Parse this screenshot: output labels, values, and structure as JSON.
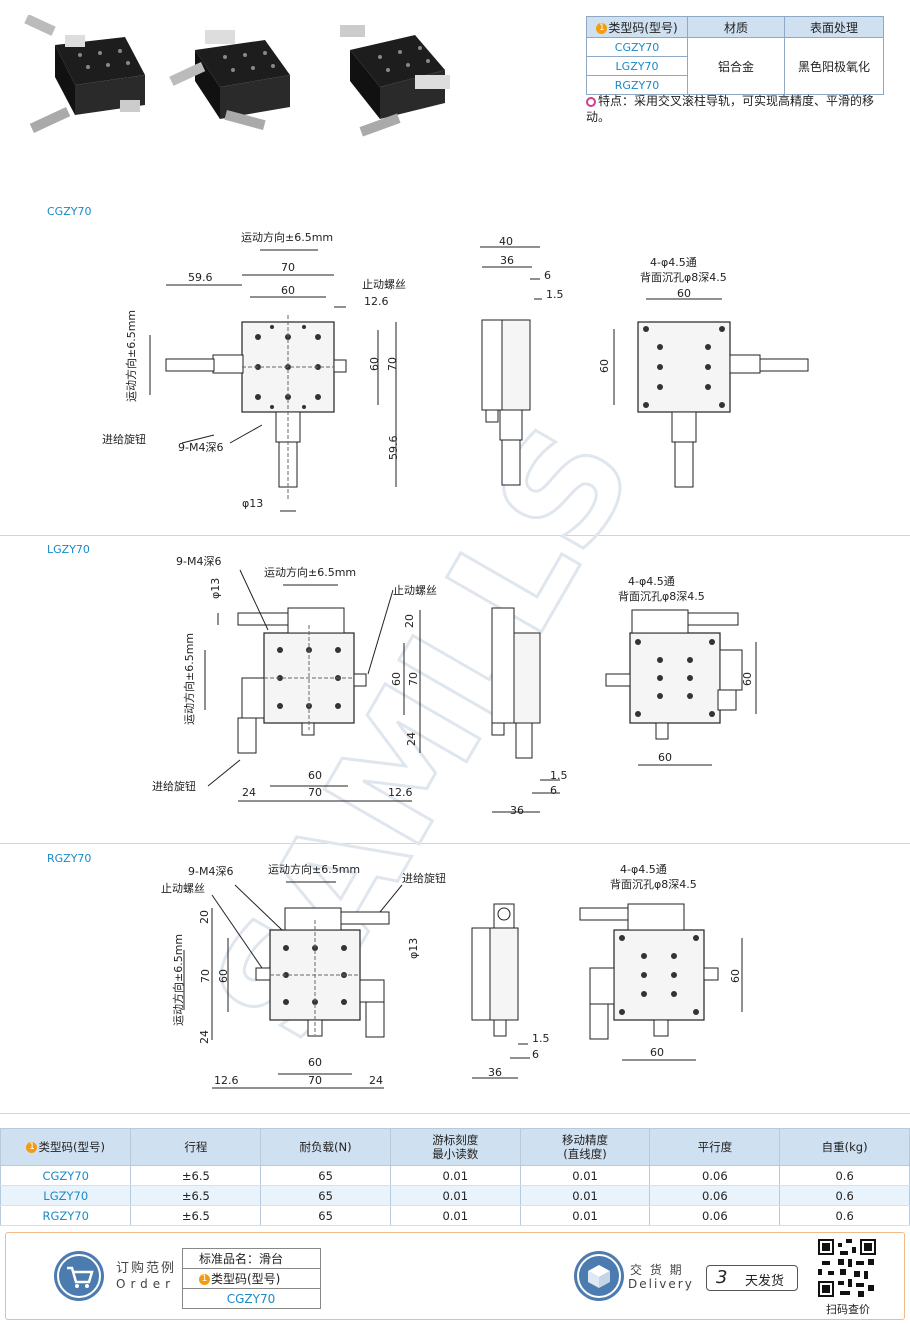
{
  "top_table": {
    "headers": [
      "类型码(型号)",
      "材质",
      "表面处理"
    ],
    "models": [
      "CGZY70",
      "LGZY70",
      "RGZY70"
    ],
    "material": "铝合金",
    "surface": "黑色阳极氧化"
  },
  "feature": "特点：采用交叉滚柱导轨，可实现高精度、平滑的移动。",
  "badge_number": "1",
  "sections": {
    "cgzy": {
      "label": "CGZY70",
      "direction": "运动方向±6.5mm",
      "stop_screw": "止动螺丝",
      "feed_knob": "进给旋钮",
      "tap": "9-M4深6",
      "hole1": "4-φ4.5通",
      "hole2": "背面沉孔φ8深4.5",
      "dims": {
        "d59_6": "59.6",
        "d70": "70",
        "d60": "60",
        "d12_6": "12.6",
        "d40": "40",
        "d36": "36",
        "d6": "6",
        "d1_5": "1.5",
        "phi13": "φ13"
      }
    },
    "lgzy": {
      "label": "LGZY70",
      "tap": "9-M4深6",
      "phi13": "φ13",
      "direction": "运动方向±6.5mm",
      "stop_screw": "止动螺丝",
      "feed_knob": "进给旋钮",
      "hole1": "4-φ4.5通",
      "hole2": "背面沉孔φ8深4.5",
      "dims": {
        "d20": "20",
        "d60": "60",
        "d70": "70",
        "d24": "24",
        "d12_6": "12.6",
        "d1_5": "1.5",
        "d6": "6",
        "d36": "36"
      }
    },
    "rgzy": {
      "label": "RGZY70",
      "tap": "9-M4深6",
      "direction": "运动方向±6.5mm",
      "stop_screw": "止动螺丝",
      "feed_knob": "进给旋钮",
      "hole1": "4-φ4.5通",
      "hole2": "背面沉孔φ8深4.5",
      "phi13": "φ13",
      "dims": {
        "d20": "20",
        "d70": "70",
        "d60": "60",
        "d24": "24",
        "d12_6": "12.6",
        "d1_5": "1.5",
        "d6": "6",
        "d36": "36"
      }
    }
  },
  "spec_table": {
    "headers": [
      "类型码(型号)",
      "行程",
      "耐负载(N)",
      "游标刻度\n最小读数",
      "移动精度\n(直线度)",
      "平行度",
      "自重(kg)"
    ],
    "rows": [
      [
        "CGZY70",
        "±6.5",
        "65",
        "0.01",
        "0.01",
        "0.06",
        "0.6"
      ],
      [
        "LGZY70",
        "±6.5",
        "65",
        "0.01",
        "0.01",
        "0.06",
        "0.6"
      ],
      [
        "RGZY70",
        "±6.5",
        "65",
        "0.01",
        "0.01",
        "0.06",
        "0.6"
      ]
    ]
  },
  "footer": {
    "order_cn": "订购范例",
    "order_en": "Order",
    "std_name": "标准品名：滑台",
    "type_code": "类型码(型号)",
    "example_model": "CGZY70",
    "delivery_cn": "交 货 期",
    "delivery_en": "Delivery",
    "days": "3",
    "days_label": "天发货",
    "scan": "扫码查价"
  },
  "colors": {
    "accent": "#1a8ac7",
    "header_bg": "#cfe0f0",
    "badge": "#f39c12",
    "footer_border": "#f2b98a",
    "icon_blue": "#4c7bb0"
  }
}
